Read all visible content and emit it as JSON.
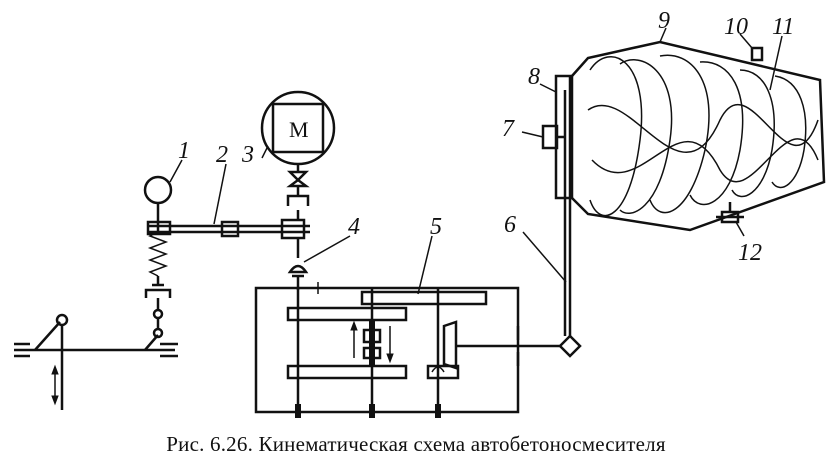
{
  "caption": "Рис. 6.26. Кинематическая схема автобетоносмесителя",
  "motor_label": "M",
  "part_labels": [
    "1",
    "2",
    "3",
    "4",
    "5",
    "6",
    "7",
    "8",
    "9",
    "10",
    "11",
    "12"
  ]
}
